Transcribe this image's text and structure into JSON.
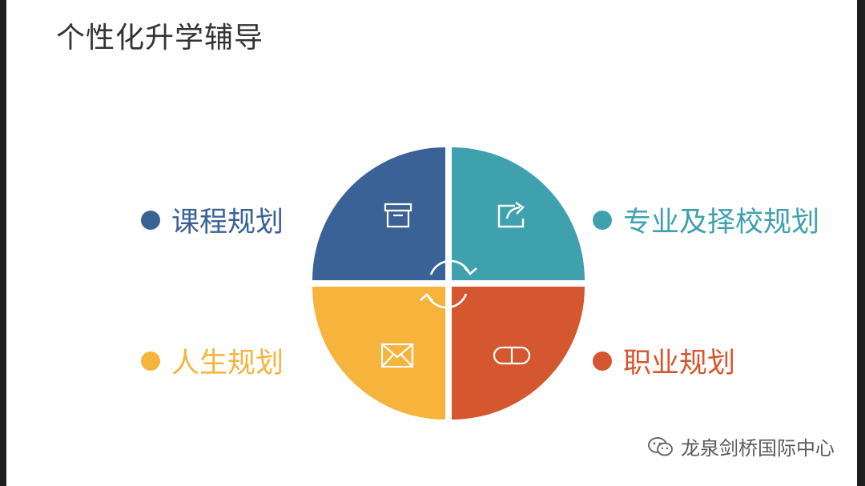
{
  "title": "个性化升学辅导",
  "quadrants": [
    {
      "label": "课程规划",
      "color": "#3b6296",
      "icon": "archive-box-icon"
    },
    {
      "label": "专业及择校规划",
      "color": "#3fa1ad",
      "icon": "share-icon"
    },
    {
      "label": "人生规划",
      "color": "#f6b43c",
      "icon": "envelope-icon"
    },
    {
      "label": "职业规划",
      "color": "#d5572f",
      "icon": "capsule-icon"
    }
  ],
  "center_icon": "cycle-arrows-icon",
  "watermark": {
    "text": "龙泉剑桥国际中心",
    "icon": "wechat-icon"
  }
}
